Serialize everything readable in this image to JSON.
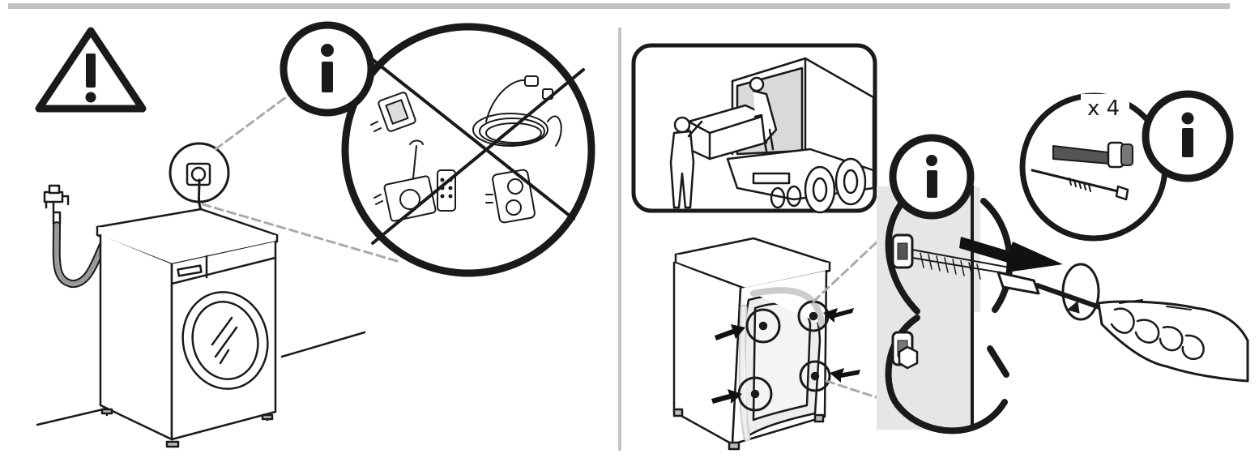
{
  "panels": {
    "left": {
      "warning": {
        "icon": "warning-triangle-icon"
      },
      "info_badge": {
        "icon": "info-icon"
      },
      "forbidden_devices": [
        "adapter-plug",
        "extension-cord",
        "wireless-timer-socket",
        "remote-control",
        "multi-socket-adapter"
      ]
    },
    "right": {
      "transport": {
        "icon": "delivery-truck"
      },
      "bolt_info": {
        "quantity_label": "x 4",
        "icon": "info-icon"
      },
      "detail_info": {
        "icon": "info-icon"
      }
    }
  },
  "colors": {
    "ink": "#1a1a1a",
    "divider": "#bfbfbf",
    "panel_fill": "#e6e6e6",
    "arrow": "#111111"
  }
}
